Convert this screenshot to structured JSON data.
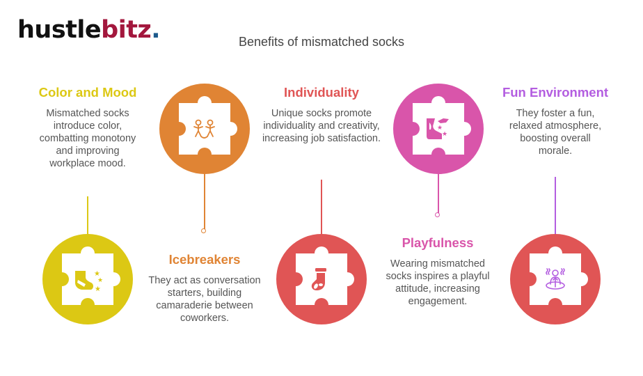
{
  "logo": {
    "part1": "hustle",
    "part2": "bitz",
    "dot": "."
  },
  "title": "Benefits of mismatched socks",
  "colors": {
    "yellow": "#dcc814",
    "orange": "#e08434",
    "red": "#e05555",
    "pink": "#d955aa",
    "purple": "#b35de0",
    "text": "#555555"
  },
  "benefits": [
    {
      "heading": "Color and Mood",
      "text": "Mismatched socks introduce color, combatting monotony and improving workplace mood.",
      "icon": "sock-stars-icon"
    },
    {
      "heading": "Icebreakers",
      "text": "They act as conversation starters, building camaraderie between coworkers.",
      "icon": "people-holding-hands-icon"
    },
    {
      "heading": "Individuality",
      "text": "Unique socks promote individuality and creativity, increasing job satisfaction.",
      "icon": "christmas-sock-icon"
    },
    {
      "heading": "Playfulness",
      "text": "Wearing mismatched socks inspires a playful attitude, increasing engagement.",
      "icon": "playful-sock-icon"
    },
    {
      "heading": "Fun Environment",
      "text": "They foster a fun, relaxed atmosphere, boosting overall morale.",
      "icon": "relaxed-person-icon"
    }
  ]
}
